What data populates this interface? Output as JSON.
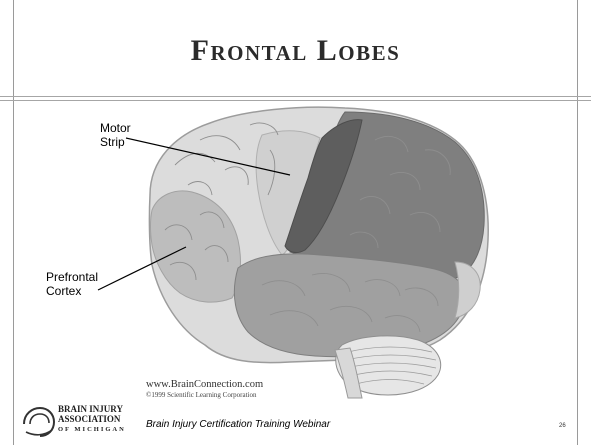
{
  "slide": {
    "title": "Frontal Lobes",
    "callouts": {
      "motor_line1": "Motor",
      "motor_line2": "Strip",
      "prefrontal_line1": "Prefrontal",
      "prefrontal_line2": "Cortex"
    },
    "credit": {
      "line1": "www.BrainConnection.com",
      "line2": "©1999 Scientific Learning Corporation"
    },
    "footer": {
      "text": "Brain Injury Certification Training Webinar",
      "page_number": "26"
    },
    "logo": {
      "line1": "BRAIN INJURY",
      "line2": "ASSOCIATION",
      "line3": "OF MICHIGAN"
    }
  },
  "colors": {
    "rule": "#a6a6a6",
    "title": "#2b2b2b",
    "brain_light": "#dcdcdc",
    "prefrontal": "#bdbdbd",
    "motor_strip_region": "#d3d3d3",
    "parietal": "#808080",
    "motor_dark": "#5f5f5f",
    "temporal": "#a0a0a0",
    "cerebellum": "#e6e6e6"
  },
  "icons": {
    "logo": "brain-injury-association-logo"
  }
}
